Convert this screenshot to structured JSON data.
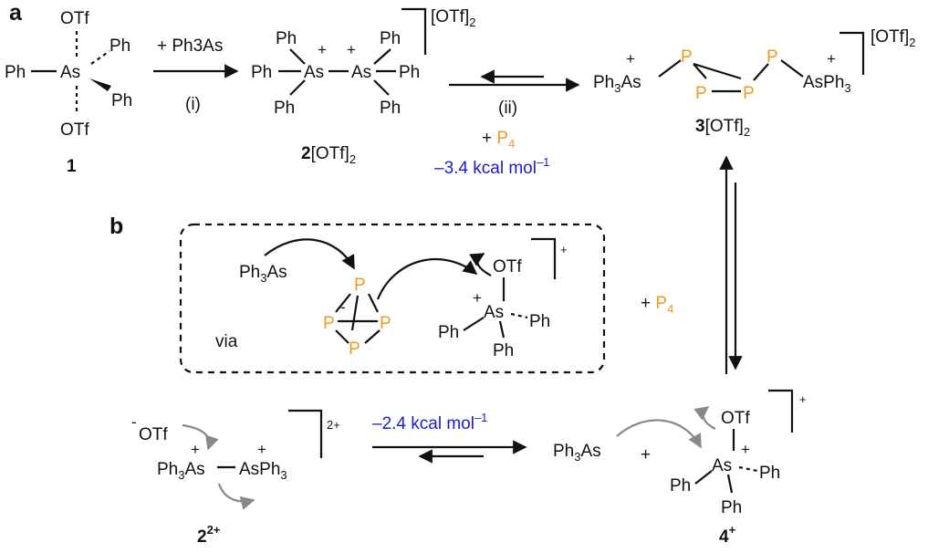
{
  "panels": {
    "a": "a",
    "b": "b"
  },
  "atoms": {
    "OTf": "OTf",
    "Ph": "Ph",
    "As": "As",
    "P": "P",
    "Ph3As": "Ph3As",
    "AsPh3": "AsPh3",
    "plus": "+",
    "minus": "-"
  },
  "compounds": {
    "c1": "1",
    "c2": {
      "num": "2",
      "label": "[OTf]2",
      "counter": "[OTf]2"
    },
    "c3": {
      "num": "3",
      "label": "[OTf]2",
      "counter": "[OTf]2"
    },
    "c2ion": {
      "num": "2",
      "charge": "2+"
    },
    "c4ion": {
      "num": "4",
      "charge": "+"
    }
  },
  "reactions": {
    "step1_reagent": "+ Ph3As",
    "step1_label": "(i)",
    "step2_label": "(ii)",
    "step2_reagent": "+ P4",
    "step2_energy": "–3.4 kcal mol–1",
    "step4_energy": "–2.4 kcal mol–1",
    "mid_reagent": "+ P4",
    "via": "via"
  },
  "colors": {
    "phosphorus": "#F39A1E",
    "energy": "#1B1BD6",
    "grey_arrow": "#888888"
  }
}
